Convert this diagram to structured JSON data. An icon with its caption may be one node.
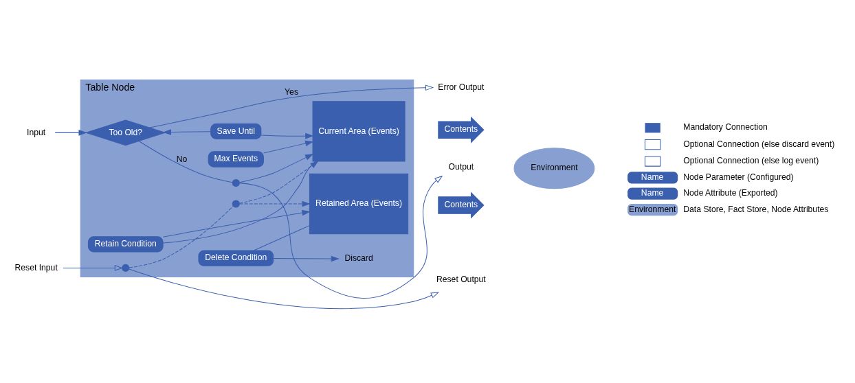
{
  "diagram": {
    "nodes": [
      {
        "text": [
          "Table Node"
        ]
      },
      {
        "text": [
          "Input"
        ]
      },
      {
        "text": [
          "Too Old?"
        ],
        "in": 0
      },
      {
        "text": [
          "Error Output"
        ]
      },
      {
        "text": [
          "Output"
        ]
      },
      {
        "text": [],
        "shape": "circle",
        "in": 0
      },
      {
        "text": [
          "Save Until"
        ],
        "in": 0
      },
      {
        "text": [
          "Max Events"
        ],
        "in": 0
      },
      {
        "text": [
          "Current Area (Events)"
        ],
        "in": 0
      },
      {
        "text": [
          "Retain Condition"
        ],
        "in": 0
      },
      {
        "text": [
          "Retained Area (Events)"
        ],
        "in": 0
      },
      {
        "text": [
          "Delete Condition"
        ],
        "in": 0
      },
      {
        "text": [
          "Discard"
        ],
        "in": 0
      },
      {
        "text": [
          "Reset Input"
        ]
      },
      {
        "text": [],
        "shape": "circle",
        "in": 0
      },
      {
        "text": [],
        "shape": "circle",
        "in": 0
      },
      {
        "text": [
          "Reset Output"
        ]
      },
      {
        "text": [
          "Contents"
        ]
      },
      {
        "text": [
          "Contents"
        ]
      },
      {
        "text": [
          "Environment"
        ]
      }
    ],
    "edges": [
      {
        "from": 1,
        "to": 2,
        "arrow": "to"
      },
      {
        "from": 2,
        "to": 3,
        "arrow": "to",
        "label": "Yes"
      },
      {
        "from": 2,
        "to": 5,
        "arrow": "none",
        "label": "No"
      },
      {
        "from": 5,
        "to": 4,
        "arrow": "to"
      },
      {
        "from": 5,
        "to": 8,
        "arrow": "to"
      },
      {
        "from": 6,
        "to": 2,
        "arrow": "to"
      },
      {
        "from": 6,
        "to": 8,
        "arrow": "to"
      },
      {
        "from": 7,
        "to": 8,
        "arrow": "to"
      },
      {
        "from": 15,
        "to": 8,
        "arrow": "to",
        "style": "dashed"
      },
      {
        "from": 8,
        "to": 9,
        "arrow": "none"
      },
      {
        "from": 9,
        "to": 10,
        "arrow": "to"
      },
      {
        "from": 15,
        "to": 10,
        "arrow": "to",
        "style": "dashed"
      },
      {
        "from": 10,
        "to": 11,
        "arrow": "none"
      },
      {
        "from": 11,
        "to": 12,
        "arrow": "to"
      },
      {
        "from": 14,
        "to": 15,
        "arrow": "none",
        "style": "dashed"
      },
      {
        "from": 13,
        "to": 14,
        "arrow": "to"
      },
      {
        "from": 14,
        "to": 16,
        "arrow": "to"
      }
    ],
    "labels": [
      "Name",
      "Name",
      "Environment"
    ],
    "legend": [
      {
        "text": "Mandatory Connection"
      },
      {
        "text": "Optional Connection (else discard event)"
      },
      {
        "text": "Optional Connection (else log event)"
      },
      {
        "text": "Node Parameter (Configured)"
      },
      {
        "text": "Node Attribute (Exported)"
      },
      {
        "text": "Data Store, Fact Store, Node Attributes"
      }
    ]
  }
}
